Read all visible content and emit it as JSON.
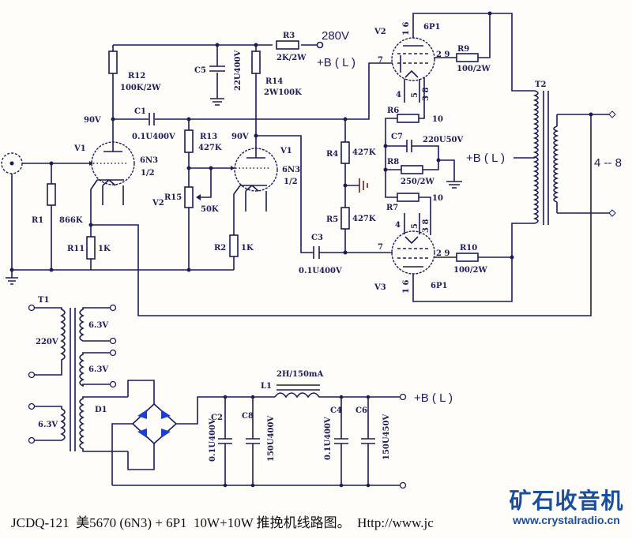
{
  "title": "JCDQ-121 美5670 (6N3) + 6P1 10W+10W 推挽机线路图",
  "colors": {
    "wire": "#1c1c5a",
    "diode": "#1d3fd0",
    "logo": "#1a4fa0",
    "background": "#fefdf9"
  },
  "labels": {
    "r3": "R3",
    "v280": "280V",
    "r3_val": "2K/2W",
    "bl_top": "+B ( L )",
    "r12": "R12",
    "r12_val": "100K/2W",
    "c5": "C5",
    "c5_val": "22U400V",
    "r14": "R14",
    "r14_val": "2W100K",
    "v90a": "90V",
    "c1": "C1",
    "c1_val": "0.1U400V",
    "v1a": "V1",
    "v1a_type": "6N3",
    "v1a_half": "1/2",
    "r1": "R1",
    "r1_val": "866K",
    "r11": "R11",
    "r11_val": "1K",
    "r13": "R13",
    "r13_val": "427K",
    "v2_pot": "V2",
    "r15": "R15",
    "r15_val": "50K",
    "v90b": "90V",
    "v1b": "V1",
    "v1b_type": "6N3",
    "v1b_half": "1/2",
    "r2": "R2",
    "r2_val": "1K",
    "r4": "R4",
    "r4_val": "427K",
    "r5": "R5",
    "r5_val": "427K",
    "c3": "C3",
    "c3_val": "0.1U400V",
    "v2": "V2",
    "v2_type": "6P1",
    "v2_pin_16": "1 6",
    "v2_pin_7": "7",
    "v2_pin_29": "2 9",
    "v2_pin_4": "4",
    "v2_pin_5": "5",
    "v2_pin_38": "3 8",
    "r9": "R9",
    "r9_val": "100/2W",
    "r6": "R6",
    "pin10a": "10",
    "c7": "C7",
    "c7_val": "220U50V",
    "r8": "R8",
    "r8_val": "250/2W",
    "r7": "R7",
    "pin10b": "10",
    "v3": "V3",
    "v3_type": "6P1",
    "v3_pin_16": "1 6",
    "v3_pin_7": "7",
    "v3_pin_29": "2 9",
    "v3_pin_4": "4",
    "v3_pin_5": "5",
    "v3_pin_38": "3 8",
    "r10": "R10",
    "r10_val": "100/2W",
    "t2": "T2",
    "bl_ct": "+B ( L )",
    "out": "4 -- 8",
    "t1": "T1",
    "v220": "220V",
    "v63a": "6.3V",
    "v63b": "6.3V",
    "v63c": "6.3V",
    "d1": "D1",
    "l1": "L1",
    "l1_val": "2H/150mA",
    "c2": "C2",
    "c2_val": "0.1U400V",
    "c8": "C8",
    "c8_val": "150U400V",
    "c4": "C4",
    "c4_val": "0.1U400V",
    "c6": "C6",
    "c6_val": "150U450V",
    "bl_ps": "+B ( L )"
  },
  "caption": "JCDQ-121  美5670 (6N3) + 6P1  10W+10W 推挽机线路图。  Http://www.jc",
  "logo": {
    "title": "矿石收音机",
    "url": "www.crystalradio.cn"
  }
}
